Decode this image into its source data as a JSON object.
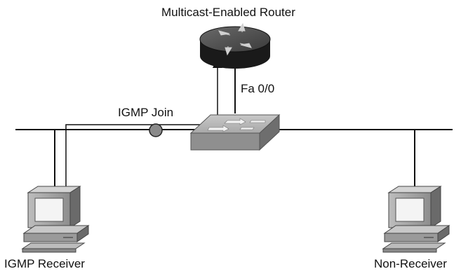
{
  "labels": {
    "router": "Multicast-Enabled Router",
    "port": "Fa 0/0",
    "join": "IGMP Join",
    "receiver": "IGMP Receiver",
    "non_receiver": "Non-Receiver"
  }
}
